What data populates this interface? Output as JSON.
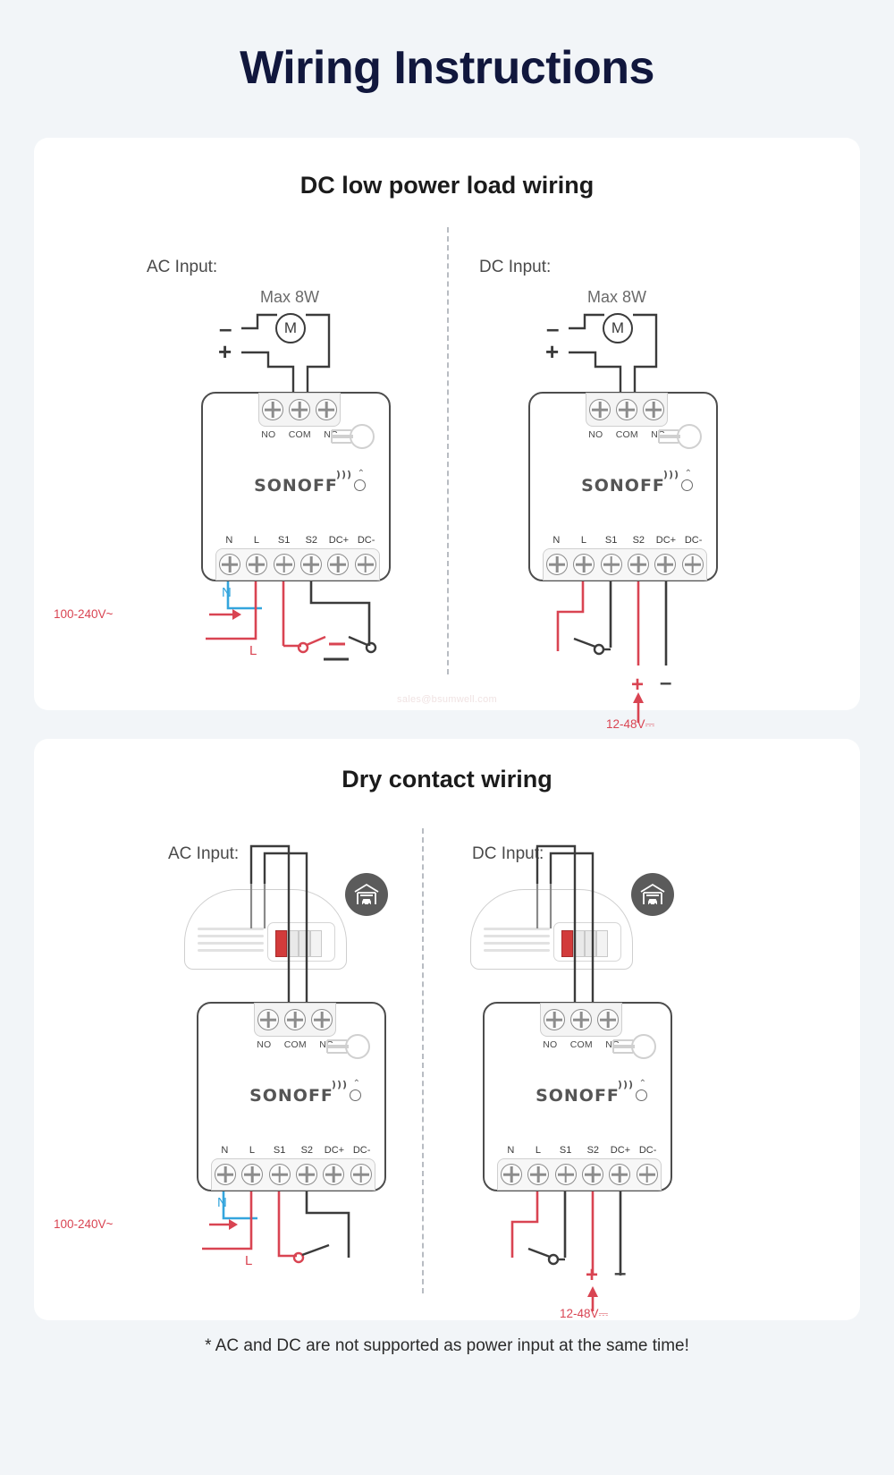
{
  "page": {
    "title": "Wiring Instructions",
    "footnote": "*  AC and DC are not supported as power input at the same time!",
    "watermark": "sales@bsumwell.com",
    "accent_red": "#d94452",
    "accent_blue": "#34a5dd",
    "title_color": "#11173d",
    "bg_color": "#f2f5f8"
  },
  "sections": [
    {
      "id": "dc-low-power",
      "title": "DC low power load wiring",
      "panels": [
        {
          "id": "ac-input",
          "label": "AC Input:",
          "load_label": "Max 8W",
          "motor_glyph": "M",
          "polarity_top": "–",
          "polarity_bottom": "+",
          "relay_terminals": [
            "NO",
            "COM",
            "NC"
          ],
          "main_terminals": [
            "N",
            "L",
            "S1",
            "S2",
            "DC+",
            "DC-"
          ],
          "supply_label": "100-240V~",
          "wire_n": "N",
          "wire_l": "L",
          "brand": "SONOFF"
        },
        {
          "id": "dc-input",
          "label": "DC Input:",
          "load_label": "Max 8W",
          "motor_glyph": "M",
          "polarity_top": "–",
          "polarity_bottom": "+",
          "relay_terminals": [
            "NO",
            "COM",
            "NC"
          ],
          "main_terminals": [
            "N",
            "L",
            "S1",
            "S2",
            "DC+",
            "DC-"
          ],
          "supply_label": "12-48V",
          "supply_symbol": "⎓",
          "plus": "+",
          "minus": "–",
          "brand": "SONOFF"
        }
      ]
    },
    {
      "id": "dry-contact",
      "title": "Dry contact wiring",
      "panels": [
        {
          "id": "ac-input",
          "label": "AC Input:",
          "relay_terminals": [
            "NO",
            "COM",
            "NC"
          ],
          "main_terminals": [
            "N",
            "L",
            "S1",
            "S2",
            "DC+",
            "DC-"
          ],
          "supply_label": "100-240V~",
          "wire_n": "N",
          "wire_l": "L",
          "brand": "SONOFF",
          "badge_icon": "garage-door-icon"
        },
        {
          "id": "dc-input",
          "label": "DC Input:",
          "relay_terminals": [
            "NO",
            "COM",
            "NC"
          ],
          "main_terminals": [
            "N",
            "L",
            "S1",
            "S2",
            "DC+",
            "DC-"
          ],
          "supply_label": "12-48V",
          "supply_symbol": "⎓",
          "plus": "+",
          "minus": "–",
          "brand": "SONOFF",
          "badge_icon": "garage-door-icon"
        }
      ]
    }
  ]
}
